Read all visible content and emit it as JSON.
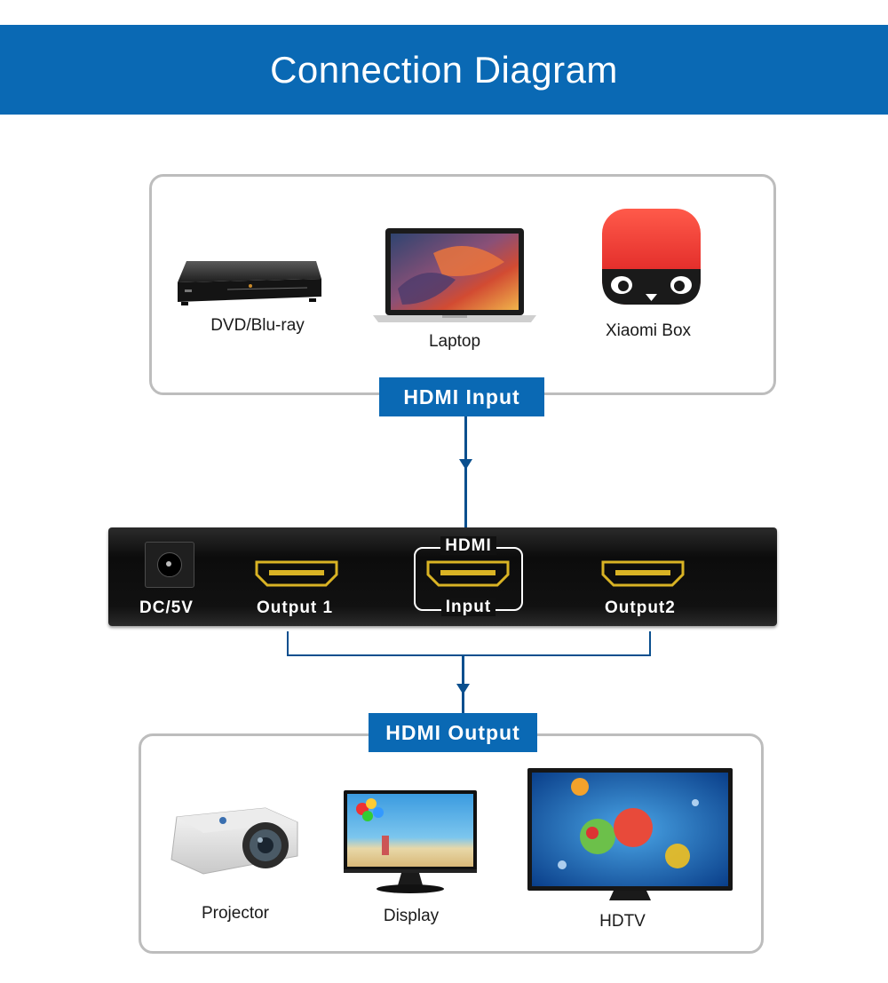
{
  "header": {
    "title": "Connection Diagram"
  },
  "sources": {
    "dvd": "DVD/Blu-ray",
    "laptop": "Laptop",
    "xiaomi": "Xiaomi Box"
  },
  "tags": {
    "input": "HDMI Input",
    "output": "HDMI Output"
  },
  "splitter": {
    "power": "DC/5V",
    "output1": "Output 1",
    "frame_top": "HDMI",
    "input": "Input",
    "output2": "Output2"
  },
  "displays": {
    "projector": "Projector",
    "display": "Display",
    "hdtv": "HDTV"
  },
  "colors": {
    "brand_blue": "#0a69b4",
    "line": "#0a4f8e",
    "port_gold": "#d9b324"
  }
}
